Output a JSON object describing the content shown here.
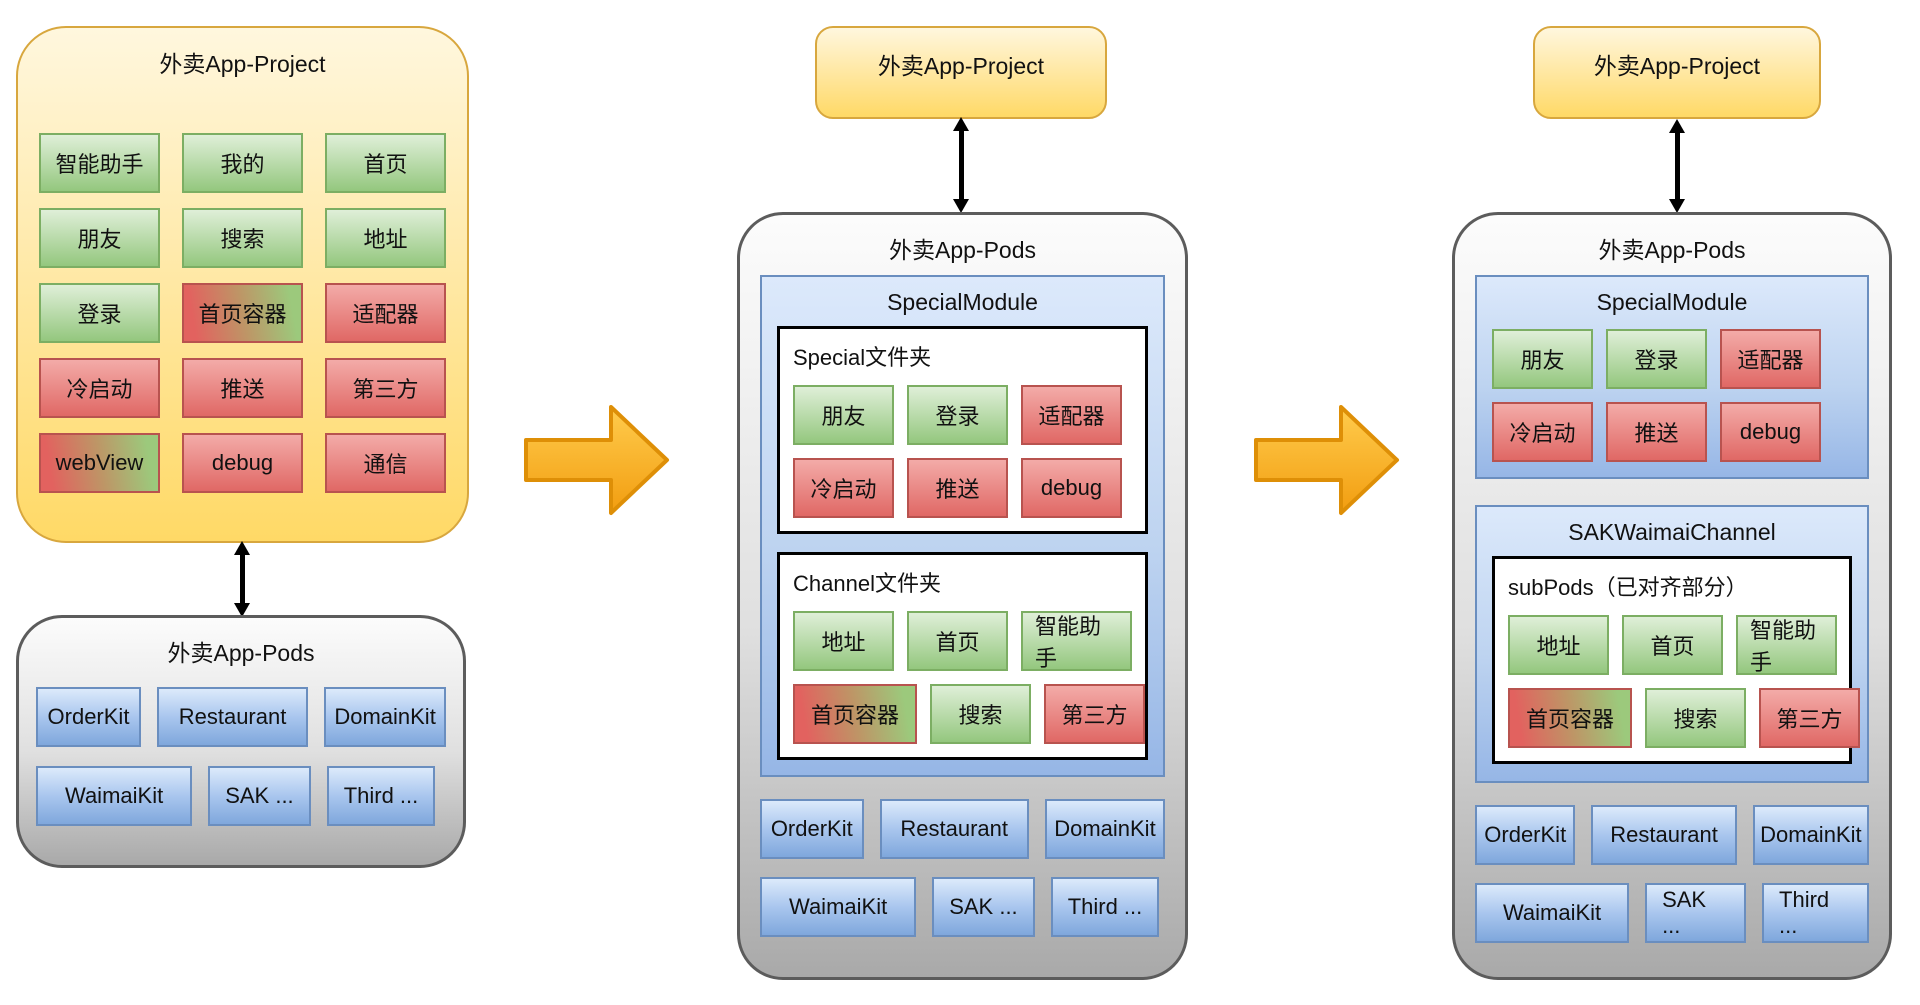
{
  "left": {
    "project": {
      "title": "外卖App-Project",
      "modules": [
        {
          "label": "智能助手",
          "kind": "green"
        },
        {
          "label": "我的",
          "kind": "green"
        },
        {
          "label": "首页",
          "kind": "green"
        },
        {
          "label": "朋友",
          "kind": "green"
        },
        {
          "label": "搜索",
          "kind": "green"
        },
        {
          "label": "地址",
          "kind": "green"
        },
        {
          "label": "登录",
          "kind": "green"
        },
        {
          "label": "首页容器",
          "kind": "mixed"
        },
        {
          "label": "适配器",
          "kind": "red"
        },
        {
          "label": "冷启动",
          "kind": "red"
        },
        {
          "label": "推送",
          "kind": "red"
        },
        {
          "label": "第三方",
          "kind": "red"
        },
        {
          "label": "webView",
          "kind": "mixed"
        },
        {
          "label": "debug",
          "kind": "red"
        },
        {
          "label": "通信",
          "kind": "red"
        }
      ]
    },
    "pods": {
      "title": "外卖App-Pods",
      "row1": [
        "OrderKit",
        "Restaurant",
        "DomainKit"
      ],
      "row2": [
        "WaimaiKit",
        "SAK ...",
        "Third ..."
      ]
    }
  },
  "middle": {
    "project_title": "外卖App-Project",
    "pods": {
      "title": "外卖App-Pods",
      "special_module": {
        "title": "SpecialModule",
        "folders": [
          {
            "label": "Special文件夹",
            "buttons": [
              {
                "label": "朋友",
                "kind": "green"
              },
              {
                "label": "登录",
                "kind": "green"
              },
              {
                "label": "适配器",
                "kind": "red"
              },
              {
                "label": "冷启动",
                "kind": "red"
              },
              {
                "label": "推送",
                "kind": "red"
              },
              {
                "label": "debug",
                "kind": "red"
              }
            ]
          },
          {
            "label": "Channel文件夹",
            "buttons": [
              {
                "label": "地址",
                "kind": "green"
              },
              {
                "label": "首页",
                "kind": "green"
              },
              {
                "label": "智能助手",
                "kind": "green"
              },
              {
                "label": "首页容器",
                "kind": "mixed"
              },
              {
                "label": "搜索",
                "kind": "green"
              },
              {
                "label": "第三方",
                "kind": "red"
              }
            ]
          }
        ]
      },
      "row1": [
        "OrderKit",
        "Restaurant",
        "DomainKit"
      ],
      "row2": [
        "WaimaiKit",
        "SAK ...",
        "Third ..."
      ]
    }
  },
  "right": {
    "project_title": "外卖App-Project",
    "pods": {
      "title": "外卖App-Pods",
      "special_module": {
        "title": "SpecialModule",
        "buttons": [
          {
            "label": "朋友",
            "kind": "green"
          },
          {
            "label": "登录",
            "kind": "green"
          },
          {
            "label": "适配器",
            "kind": "red"
          },
          {
            "label": "冷启动",
            "kind": "red"
          },
          {
            "label": "推送",
            "kind": "red"
          },
          {
            "label": "debug",
            "kind": "red"
          }
        ]
      },
      "channel_module": {
        "title": "SAKWaimaiChannel",
        "subpods_label": "subPods（已对齐部分）",
        "buttons": [
          {
            "label": "地址",
            "kind": "green"
          },
          {
            "label": "首页",
            "kind": "green"
          },
          {
            "label": "智能助手",
            "kind": "green"
          },
          {
            "label": "首页容器",
            "kind": "mixed"
          },
          {
            "label": "搜索",
            "kind": "green"
          },
          {
            "label": "第三方",
            "kind": "red"
          }
        ]
      },
      "row1": [
        "OrderKit",
        "Restaurant",
        "DomainKit"
      ],
      "row2": [
        "WaimaiKit",
        "SAK ...",
        "Third ..."
      ]
    }
  },
  "palette": {
    "project_fill": "#FFD966",
    "project_border": "#D8A73E",
    "green_fill": "#94C77E",
    "green_border": "#7CAE63",
    "red_fill": "#E06865",
    "red_border": "#B8534F",
    "kit_fill": "#7FA7DC",
    "kit_border": "#6A8EBF",
    "pods_border": "#5C5C5C",
    "folder_border": "#000000",
    "arrow_fill": "#F9B129",
    "arrow_border": "#DE8F07",
    "connector": "#000000"
  }
}
